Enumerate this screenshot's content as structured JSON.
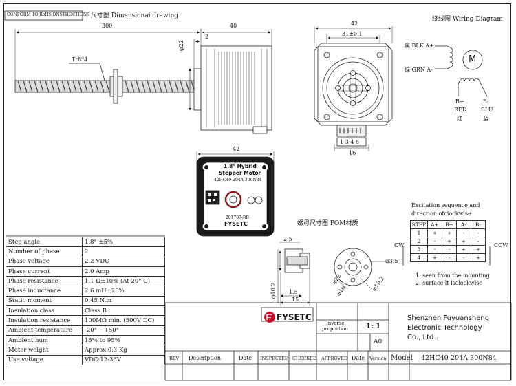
{
  "header": {
    "conform": "CONFORM TO RoHS DNSTHOCTIONS",
    "dim_title": "尺寸图 Dimensionai drawing",
    "wiring_title": "绕线图 Wiring Diagram",
    "pom_title": "螺母尺寸图 POM材质"
  },
  "dimensions": {
    "d300": "300",
    "d40": "40",
    "d2": "2",
    "d42_top": "42",
    "d31": "31±0.1",
    "d42_front": "42",
    "d16": "16",
    "phi22": "φ22",
    "tr": "Tr8*4",
    "pins": "1 3 4 6"
  },
  "label_plate": {
    "line1": "1.8° Hybrid",
    "line2": "Stepper Motor",
    "model": "42HC40-204A-300N84",
    "date": "201707-RB",
    "brand": "FYSETC"
  },
  "wiring": {
    "a_plus": "黑 BLK A+",
    "a_minus": "绿 GRN A-",
    "motor": "M",
    "b_plus": "B+",
    "b_minus": "B-",
    "red": "RED",
    "red_cn": "红",
    "blu": "BLU",
    "blu_cn": "蓝"
  },
  "excitation": {
    "title1": "Excitation sequence and",
    "title2": "direcrion ofciockwise",
    "headers": [
      "STEP",
      "A+",
      "B+",
      "A-",
      "B-"
    ],
    "rows": [
      [
        "1",
        "+",
        "+",
        "-",
        "-"
      ],
      [
        "2",
        "-",
        "+",
        "+",
        "-"
      ],
      [
        "3",
        "-",
        "-",
        "+",
        "+"
      ],
      [
        "4",
        "+",
        "-",
        "-",
        "+"
      ]
    ],
    "cw": "CW",
    "ccw": "CCW",
    "note1": "1. seen from the mounting",
    "note2": "2. surface lt lsclockwlse"
  },
  "pom": {
    "d2_5": "2.5",
    "d10_2": "φ10.2",
    "d1_5": "1.5",
    "d15": "15",
    "d22": "φ22",
    "d16": "φ16",
    "d3_5": "φ3.5",
    "d10_2b": "φ10.2"
  },
  "specs": [
    [
      "Step angle",
      "1.8° ±5%"
    ],
    [
      "Number of phase",
      "2"
    ],
    [
      "Phase voltage",
      "2.2 VDC"
    ],
    [
      "Phase current",
      "2.0 Amp"
    ],
    [
      "Phase resistance",
      "1.1 Ω±10% (At 20° C)"
    ],
    [
      "Phase inductance",
      "2.6 mH±20%"
    ],
    [
      "Static moment",
      "0.45 N.m"
    ],
    [
      "Insulation class",
      "Class B"
    ],
    [
      "Insulation resistance",
      "100MΩ min. (500V DC)"
    ],
    [
      "Ambient temperature",
      "-20° ~+50°"
    ],
    [
      "Ambient hum",
      "15% to 95%"
    ],
    [
      "Motor weight",
      "Approx 0.3 Kg"
    ],
    [
      "Use voltage",
      "VDC:12-36V"
    ]
  ],
  "title_block": {
    "brand": "FYSETC",
    "inverse": "Inverse",
    "proportion": "proportion",
    "scale": "1: 1",
    "sheet": "A0",
    "company1": "Shenzhen Fuyuansheng",
    "company2": "Electronic Technology",
    "company3": "Co., Ltd..",
    "rev": "REV",
    "description": "Description",
    "date1": "Date",
    "inspected": "INSPECTED",
    "checked": "CHECKED",
    "approved": "APPROVED",
    "date2": "Date",
    "version": "Version",
    "model_label": "Model",
    "model_value": "42HC40-204A-300N84"
  }
}
